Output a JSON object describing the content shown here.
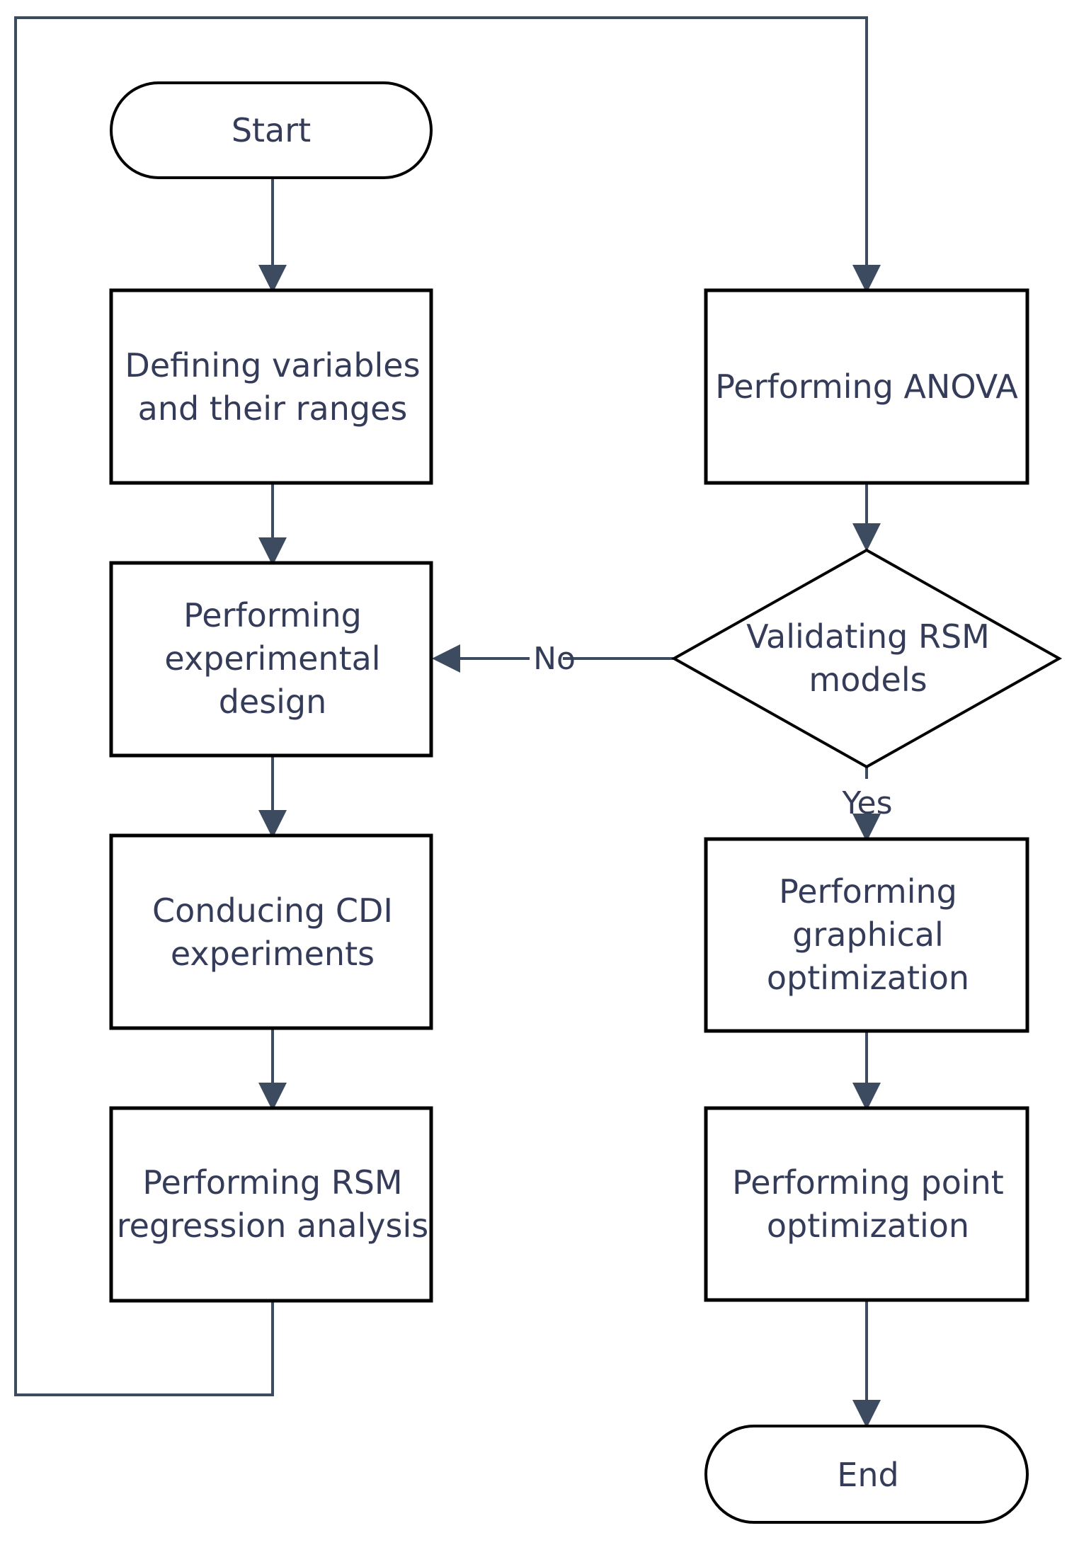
{
  "colors": {
    "node_stroke": "#000000",
    "connector": "#3d4b61",
    "text": "#353c59",
    "background": "#ffffff"
  },
  "nodes": {
    "start": {
      "label": "Start"
    },
    "define_vars": {
      "line1": "Defining variables",
      "line2": "and their ranges"
    },
    "exp_design": {
      "line1": "Performing",
      "line2": "experimental",
      "line3": "design"
    },
    "cdi_experiments": {
      "line1": "Conducing CDI",
      "line2": "experiments"
    },
    "rsm_regression": {
      "line1": "Performing RSM",
      "line2": "regression analysis"
    },
    "anova": {
      "label": "Performing ANOVA"
    },
    "validate_rsm": {
      "line1": "Validating RSM",
      "line2": "models"
    },
    "graphical_opt": {
      "line1": "Performing",
      "line2": "graphical",
      "line3": "optimization"
    },
    "point_opt": {
      "line1": "Performing point",
      "line2": "optimization"
    },
    "end": {
      "label": "End"
    }
  },
  "edge_labels": {
    "no": "No",
    "yes": "Yes"
  }
}
